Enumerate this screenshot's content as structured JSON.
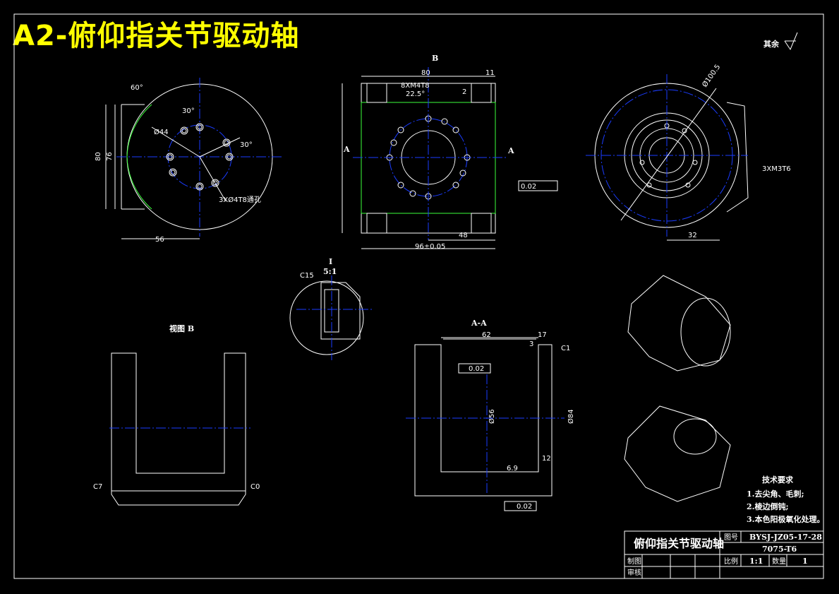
{
  "title": "A2-俯仰指关节驱动轴",
  "roughness_note": "其余",
  "views": {
    "view_b_label": "视图 B",
    "detail_label": "I",
    "detail_scale": "5:1",
    "section_label": "A-A",
    "section_arrow": "A",
    "view_arrow": "B"
  },
  "dims": {
    "d80": "80",
    "d76": "76",
    "d56": "56",
    "d60deg": "60°",
    "d30deg": "30°",
    "d30deg2": "30°",
    "d4x": "8XM4T8",
    "d225": "22.5°",
    "d11": "11",
    "d2": "2",
    "d96": "96±0.05",
    "d48": "48",
    "d32": "32",
    "d62": "62",
    "d17": "17",
    "d3": "3",
    "d56b": "Ø56",
    "d84": "Ø84",
    "d69": "6.9",
    "d12": "12",
    "phi44": "Ø44",
    "phi100": "Ø100.5",
    "thread2": "3XM3T6",
    "hole_note": "3XØ4T8通孔",
    "c15": "C15",
    "c1": "C1",
    "c7": "C7",
    "c0": "C0",
    "tol1": "0.02",
    "tol2": "0.02",
    "tol3": "0.02"
  },
  "tech_req": {
    "heading": "技术要求",
    "items": [
      "1.去尖角、毛刺;",
      "2.棱边倒钝;",
      "3.本色阳极氧化处理。"
    ]
  },
  "title_block": {
    "part_name": "俯仰指关节驱动轴",
    "drawing_no_label": "图号",
    "drawing_no": "BYSJ-JZ05-17-28",
    "material": "7075-T6",
    "scale_label": "比例",
    "scale": "1:1",
    "qty_label": "数量",
    "qty": "1",
    "drawn_label": "制图",
    "checked_label": "审核"
  }
}
